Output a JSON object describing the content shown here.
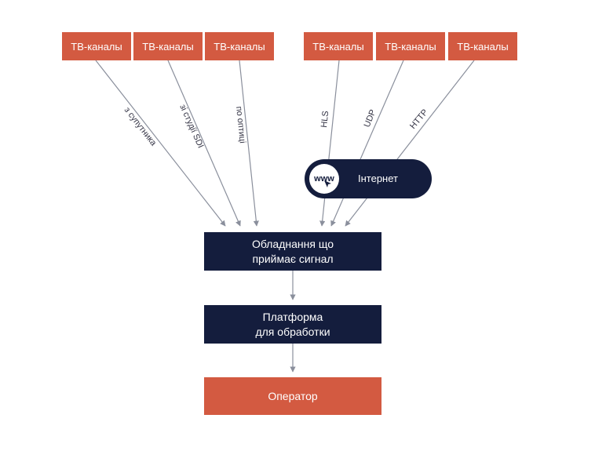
{
  "sources": {
    "left": [
      "ТВ-каналы",
      "ТВ-каналы",
      "ТВ-каналы"
    ],
    "right": [
      "ТВ-каналы",
      "ТВ-каналы",
      "ТВ-каналы"
    ]
  },
  "edges": {
    "satellite": "з супутника",
    "studio_sdi": "зі студії SDI",
    "optics": "по оптиці",
    "hls": "HLS",
    "udp": "UDP",
    "http": "HTTP"
  },
  "internet": {
    "icon_text": "www",
    "label": "Інтернет"
  },
  "receiver": {
    "line1": "Обладнання що",
    "line2": "приймає сигнал"
  },
  "platform": {
    "line1": "Платформа",
    "line2": "для обработки"
  },
  "operator": {
    "label": "Оператор"
  },
  "colors": {
    "accent": "#d35a41",
    "navy": "#141d3d",
    "line": "#8a8f9c"
  }
}
